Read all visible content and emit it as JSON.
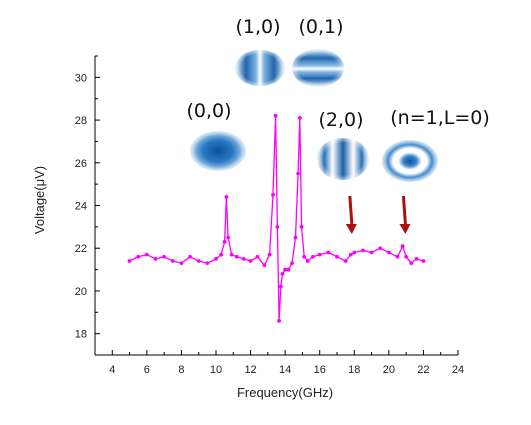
{
  "chart_data": {
    "type": "line",
    "xlabel": "Frequency(GHz)",
    "ylabel": "Voltage(μV)",
    "xlim": [
      3,
      24
    ],
    "ylim": [
      17,
      31
    ],
    "xticks": [
      4,
      6,
      8,
      10,
      12,
      14,
      16,
      18,
      20,
      22,
      24
    ],
    "yticks": [
      18,
      20,
      22,
      24,
      26,
      28,
      30
    ],
    "grid": false,
    "line_color": "#ff00ff",
    "arrow_color": "#aa1111",
    "series": [
      {
        "x": [
          5.0,
          5.5,
          6.0,
          6.5,
          7.0,
          7.5,
          8.0,
          8.5,
          9.0,
          9.5,
          10.0,
          10.3,
          10.5,
          10.6,
          10.7,
          10.9,
          11.2,
          11.6,
          12.0,
          12.4,
          12.8,
          13.1,
          13.3,
          13.45,
          13.55,
          13.65,
          13.75,
          13.85,
          14.0,
          14.2,
          14.4,
          14.6,
          14.75,
          14.85,
          14.95,
          15.1,
          15.3,
          15.6,
          16.0,
          16.5,
          17.0,
          17.5,
          17.8,
          18.0,
          18.5,
          19.0,
          19.5,
          20.0,
          20.5,
          20.8,
          21.0,
          21.3,
          21.6,
          22.0
        ],
        "y": [
          21.4,
          21.6,
          21.7,
          21.5,
          21.6,
          21.4,
          21.3,
          21.6,
          21.4,
          21.3,
          21.5,
          21.7,
          22.3,
          24.4,
          22.5,
          21.7,
          21.6,
          21.5,
          21.4,
          21.6,
          21.2,
          21.7,
          24.5,
          28.2,
          23.0,
          18.6,
          20.2,
          20.8,
          21.0,
          21.0,
          21.3,
          22.5,
          25.5,
          28.1,
          23.0,
          21.6,
          21.4,
          21.6,
          21.7,
          21.8,
          21.6,
          21.4,
          21.7,
          21.8,
          21.9,
          21.8,
          22.0,
          21.8,
          21.6,
          22.1,
          21.6,
          21.3,
          21.5,
          21.4
        ]
      }
    ],
    "annotations": [
      {
        "label": "(0,0)",
        "pattern": "gaussian"
      },
      {
        "label": "(1,0)",
        "pattern": "vertical-split"
      },
      {
        "label": "(0,1)",
        "pattern": "horizontal-split"
      },
      {
        "label": "(2,0)",
        "pattern": "three-vertical"
      },
      {
        "label": "(n=1,L=0)",
        "pattern": "ring"
      }
    ],
    "arrows": [
      {
        "x": 17.8
      },
      {
        "x": 20.9
      }
    ]
  }
}
